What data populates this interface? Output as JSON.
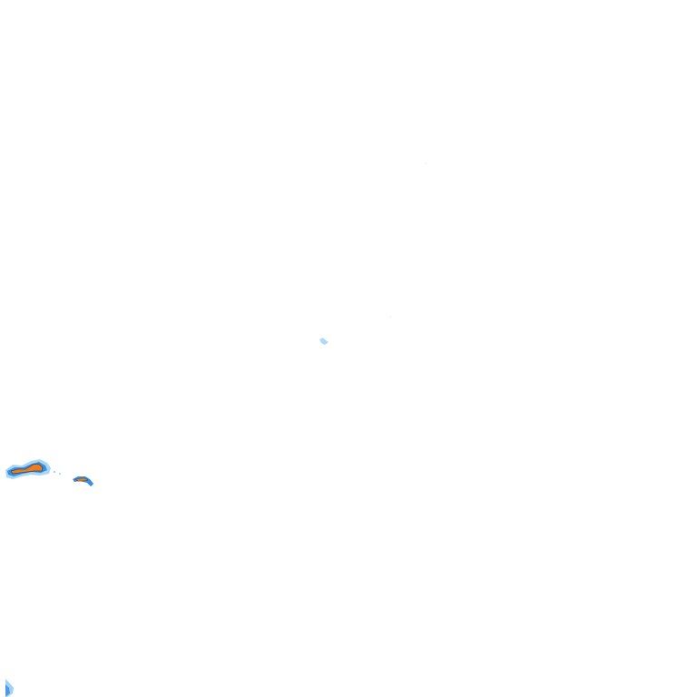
{
  "map": {
    "type": "weather-radar-tile",
    "background_color": "#ffffff",
    "reflectivity_colors": {
      "light": "#9fd3f5",
      "medium": "#3a8fd9",
      "heavy": "#f07b1a",
      "core": "#c0392b",
      "outline": "#1f4f8a"
    },
    "echoes": [
      {
        "id": "cluster-west",
        "intensity": "heavy"
      },
      {
        "id": "cluster-east",
        "intensity": "heavy"
      },
      {
        "id": "speck-center",
        "intensity": "light"
      },
      {
        "id": "edge-bottom-left",
        "intensity": "light"
      }
    ]
  }
}
